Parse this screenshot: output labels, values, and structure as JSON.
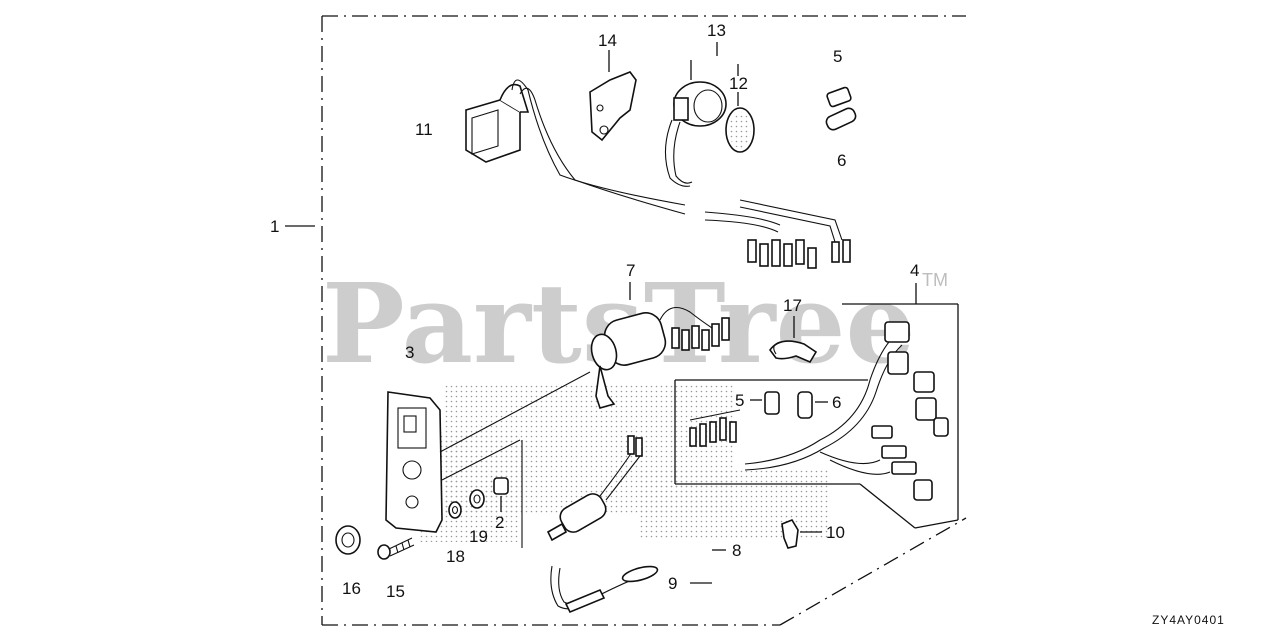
{
  "watermark": {
    "text": "PartsTree",
    "trademark": "TM"
  },
  "diagram_code": "ZY4AY0401",
  "callouts": {
    "c1": "1",
    "c2": "2",
    "c3": "3",
    "c4": "4",
    "c5a": "5",
    "c5b": "5",
    "c6a": "6",
    "c6b": "6",
    "c7": "7",
    "c8": "8",
    "c9": "9",
    "c10": "10",
    "c11": "11",
    "c12": "12",
    "c13": "13",
    "c14": "14",
    "c15": "15",
    "c16": "16",
    "c17": "17",
    "c18": "18",
    "c19": "19"
  }
}
